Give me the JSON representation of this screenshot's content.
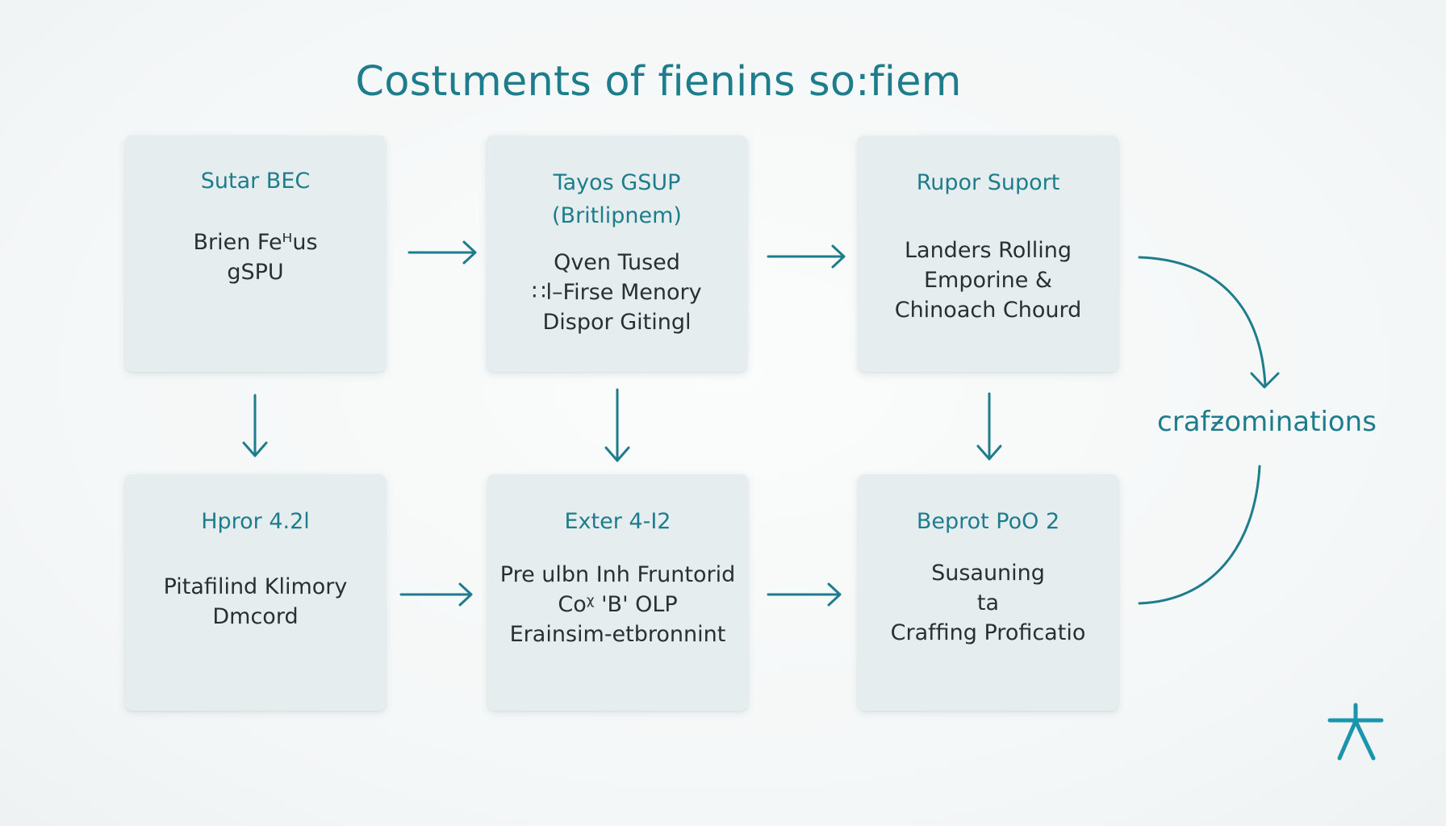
{
  "diagram": {
    "title": "Costιments of fienins so:fiem",
    "side_label": "crafƶominations",
    "colors": {
      "accent": "#1e7d8c",
      "node_fill": "#e6edee",
      "body_text": "#2a2f31",
      "background": "#f6f8f8"
    },
    "nodes": [
      {
        "heading": "Sutar BEC",
        "body": "Brien Feᵸus\ngSPU"
      },
      {
        "heading": "Tayos GSUP\n(Britlipnem)",
        "body": "Qven Tused\n∷l–Firse Menory\nDispor Gitingl"
      },
      {
        "heading": "Rupor Suport",
        "body": "Landers Rolling\nEmporine &\nChinoach Chourd"
      },
      {
        "heading": "Hpror 4.2l",
        "body": "Pitafilind Klimory\nDmcord"
      },
      {
        "heading": "Exter 4-I2",
        "body": "Pre ulbn Inh Fruntorid\nCoᵡ 'B' OLP\nErainsim-etbronnint"
      },
      {
        "heading": "Beprot PoO 2",
        "body": "Susauning\nta\nCrafﬁng Proficatio"
      }
    ],
    "logo_icon": "asterisk-person-icon"
  }
}
